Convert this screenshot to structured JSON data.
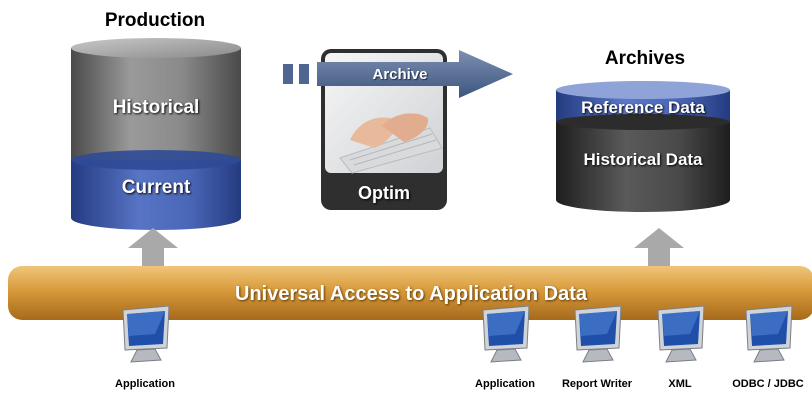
{
  "production": {
    "title": "Production",
    "upper_label": "Historical",
    "lower_label": "Current"
  },
  "archive_arrow": {
    "label": "Archive"
  },
  "optim": {
    "label": "Optim"
  },
  "archives": {
    "title": "Archives",
    "upper_label": "Reference Data",
    "lower_label": "Historical Data"
  },
  "bus": {
    "label": "Universal Access to Application Data"
  },
  "clients": [
    {
      "label": "Application"
    },
    {
      "label": "Application"
    },
    {
      "label": "Report Writer"
    },
    {
      "label": "XML"
    },
    {
      "label": "ODBC / JDBC"
    }
  ],
  "colors": {
    "bus_orange": "#d89a3a",
    "cyl_gray": "#6f6f6f",
    "cyl_blue": "#3d5aa8",
    "cyl_dark": "#3a3a3a",
    "arrow_gray": "#a8a8a8"
  }
}
